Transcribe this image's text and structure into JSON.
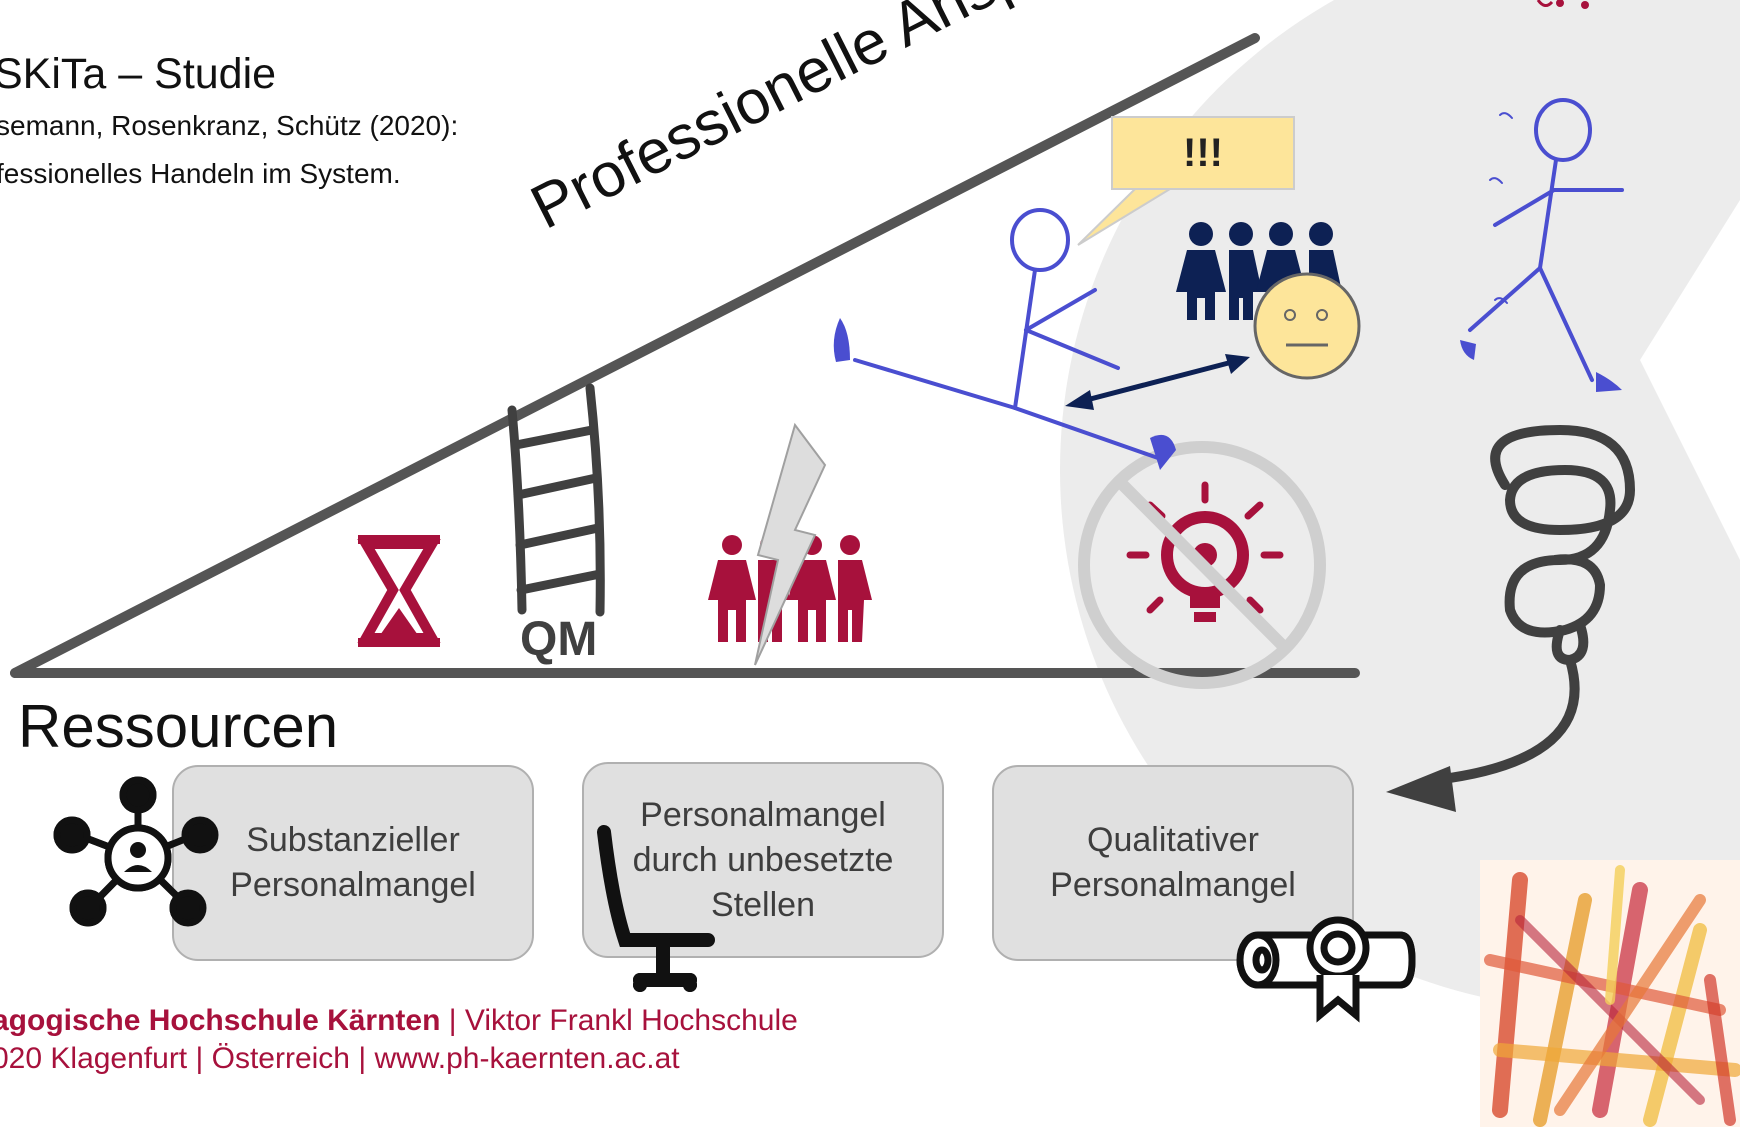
{
  "header": {
    "title": "SKiTa – Studie",
    "authors": "semann, Rosenkranz, Schütz (2020):",
    "subtitle": "fessionelles Handeln im System."
  },
  "slope_label": "Professionelle Ansprüche",
  "speech_bubble": "!!!",
  "ladder_label": "QM",
  "resources_title": "Ressourcen",
  "boxes": [
    {
      "label": "Substanzieller\nPersonalmangel"
    },
    {
      "label": "Personalmangel\ndurch unbesetzte\nStellen"
    },
    {
      "label": "Qualitativer\nPersonalmangel"
    }
  ],
  "footer": {
    "institution": "agogische Hochschule Kärnten",
    "separator": " | ",
    "tagline": "Viktor Frankl Hochschule",
    "address": "020 Klagenfurt | Österreich | www.ph-kaernten.ac.at"
  },
  "icons": [
    "hourglass-icon",
    "ladder-icon",
    "split-team-icon",
    "no-ideas-icon",
    "stick-figure-icon",
    "group-icon",
    "neutral-face-icon",
    "double-arrow-icon",
    "running-figure-icon",
    "tangle-icon",
    "network-person-icon",
    "chair-icon",
    "diploma-icon",
    "kita-logo"
  ],
  "colors": {
    "accent": "#a7113c",
    "navy": "#0d2154",
    "sketch_blue": "#4a4ed0",
    "ramp": "#555555",
    "box_fill": "#e0e0e0"
  }
}
